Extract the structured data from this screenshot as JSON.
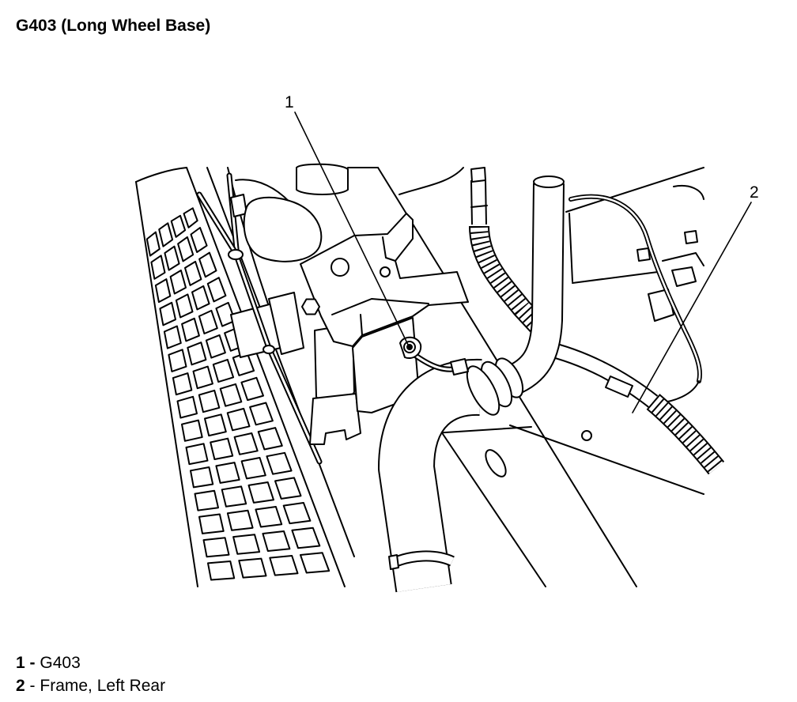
{
  "title": "G403 (Long Wheel Base)",
  "callouts": [
    {
      "number": "1"
    },
    {
      "number": "2"
    }
  ],
  "legend": [
    {
      "number": "1",
      "dash": "-",
      "text": "G403"
    },
    {
      "number": "2",
      "dash": "-",
      "text": "Frame, Left Rear"
    }
  ]
}
